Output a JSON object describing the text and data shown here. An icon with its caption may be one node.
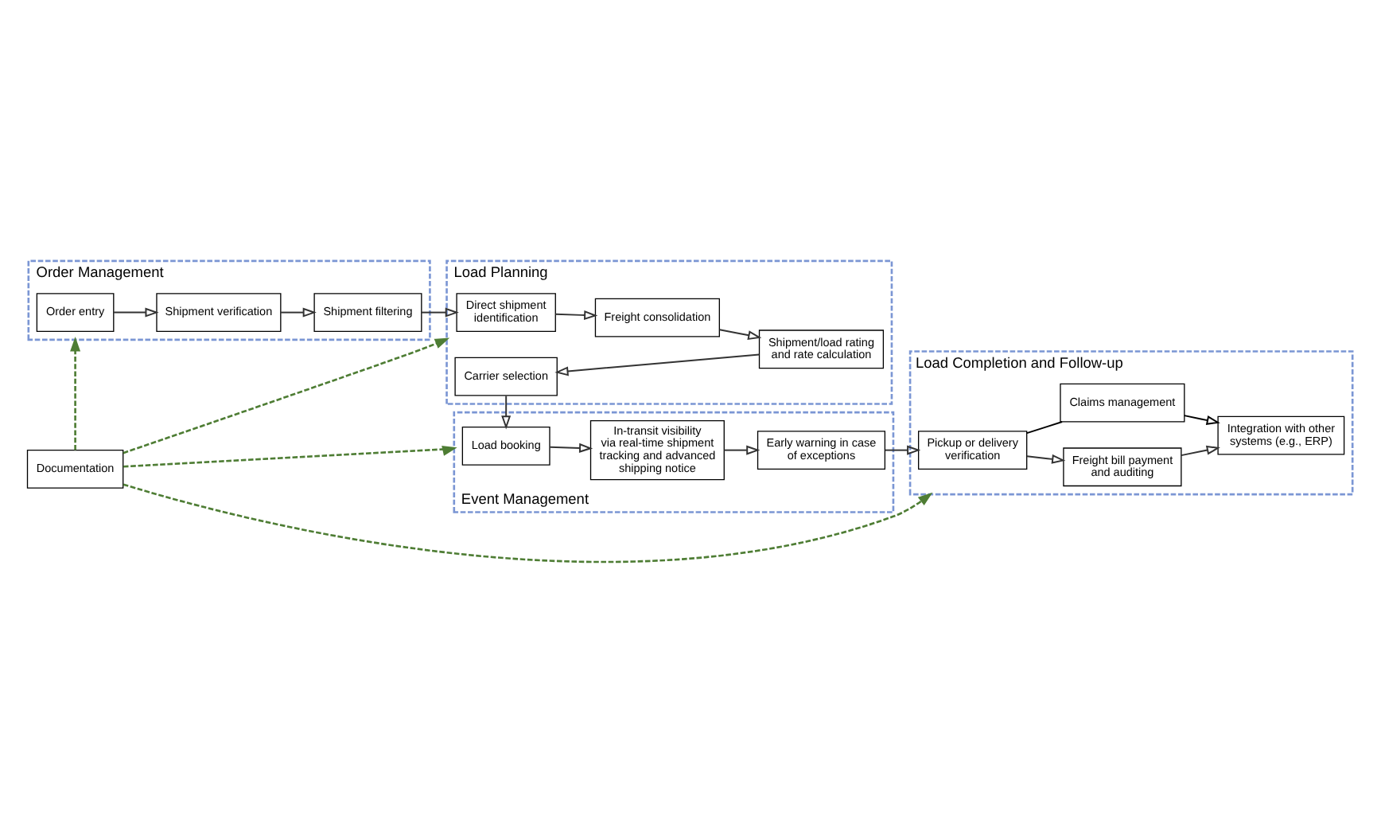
{
  "diagram": {
    "nodes": [
      {
        "text": [
          "Order Management"
        ]
      },
      {
        "text": [
          "Order entry"
        ],
        "in": 0
      },
      {
        "text": [
          "Shipment verification"
        ],
        "in": 0
      },
      {
        "text": [
          "Shipment filtering"
        ],
        "in": 0
      },
      {
        "text": [
          "Load Planning"
        ]
      },
      {
        "text": [
          "Direct shipment identification"
        ],
        "in": 4
      },
      {
        "text": [
          "Freight consolidation"
        ],
        "in": 4
      },
      {
        "text": [
          "Shipment/load rating and rate calculation"
        ],
        "in": 4
      },
      {
        "text": [
          "Carrier selection"
        ],
        "in": 4
      },
      {
        "text": [
          "Event Management"
        ]
      },
      {
        "text": [
          "Load booking"
        ],
        "in": 9
      },
      {
        "text": [
          "In-transit visibility via real-time shipment tracking and advanced shipping notice"
        ],
        "in": 9
      },
      {
        "text": [
          "Early warning in case of exceptions"
        ],
        "in": 9
      },
      {
        "text": [
          "Load Completion and Follow-up"
        ]
      },
      {
        "text": [
          "Pickup or delivery verification"
        ],
        "in": 13
      },
      {
        "text": [
          "Freight bill payment and auditing"
        ],
        "in": 13
      },
      {
        "text": [
          "Integration with other systems (e.g., ERP)"
        ],
        "in": 13
      },
      {
        "text": [
          "Claims management"
        ],
        "in": 13
      },
      {
        "text": [
          "Documentation"
        ]
      }
    ],
    "edges": [
      {
        "from": 1,
        "to": 2,
        "arrow": "to"
      },
      {
        "from": 2,
        "to": 3,
        "arrow": "to"
      },
      {
        "from": 3,
        "to": 5,
        "arrow": "to"
      },
      {
        "from": 5,
        "to": 6,
        "arrow": "to"
      },
      {
        "from": 6,
        "to": 7,
        "arrow": "to"
      },
      {
        "from": 7,
        "to": 8,
        "arrow": "to"
      },
      {
        "from": 8,
        "to": 10,
        "arrow": "to"
      },
      {
        "from": 10,
        "to": 11,
        "arrow": "to"
      },
      {
        "from": 11,
        "to": 12,
        "arrow": "to"
      },
      {
        "from": 12,
        "to": 14,
        "arrow": "to"
      },
      {
        "from": 14,
        "to": 15,
        "arrow": "to"
      },
      {
        "from": 15,
        "to": 16,
        "arrow": "to"
      },
      {
        "from": 14,
        "to": 17,
        "arrow": "none",
        "color": "#000000"
      },
      {
        "from": 17,
        "to": 16,
        "arrow": "to",
        "color": "#000000"
      },
      {
        "from": 18,
        "to": 0,
        "arrow": "to",
        "style": "dashed",
        "color": "#4e7d34"
      },
      {
        "from": 18,
        "to": 4,
        "arrow": "to",
        "style": "dashed",
        "color": "#4e7d34"
      },
      {
        "from": 18,
        "to": 9,
        "arrow": "to",
        "style": "dashed",
        "color": "#4e7d34"
      },
      {
        "from": 18,
        "to": 13,
        "arrow": "to",
        "style": "dashed",
        "color": "#4e7d34"
      }
    ]
  }
}
